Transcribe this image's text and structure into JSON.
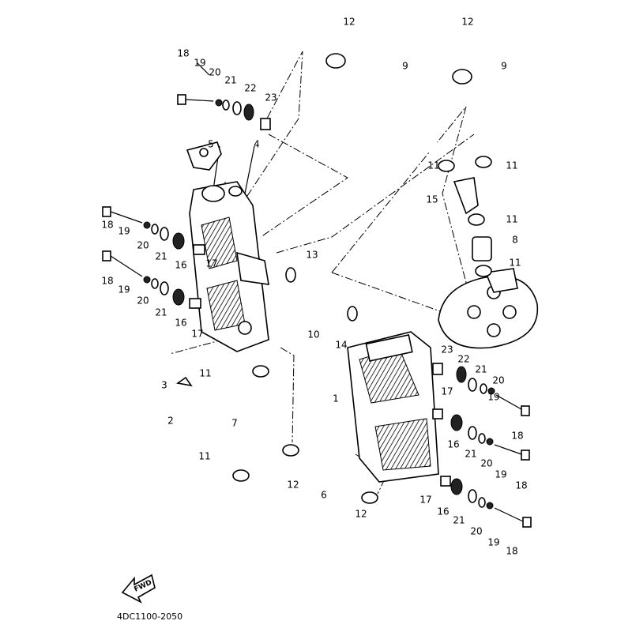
{
  "diagram": {
    "part_code": "4DC1100-2050",
    "fwd_label": "FWD",
    "callouts": [
      "18",
      "19",
      "20",
      "21",
      "22",
      "23",
      "12",
      "9",
      "12",
      "9",
      "5",
      "4",
      "11",
      "11",
      "15",
      "11",
      "8",
      "11",
      "13",
      "18",
      "19",
      "20",
      "21",
      "16",
      "17",
      "18",
      "19",
      "20",
      "21",
      "16",
      "17",
      "10",
      "14",
      "23",
      "22",
      "21",
      "20",
      "1",
      "17",
      "19",
      "18",
      "3",
      "11",
      "2",
      "7",
      "16",
      "21",
      "20",
      "19",
      "18",
      "11",
      "12",
      "6",
      "12",
      "17",
      "16",
      "21",
      "20",
      "19",
      "18"
    ]
  }
}
